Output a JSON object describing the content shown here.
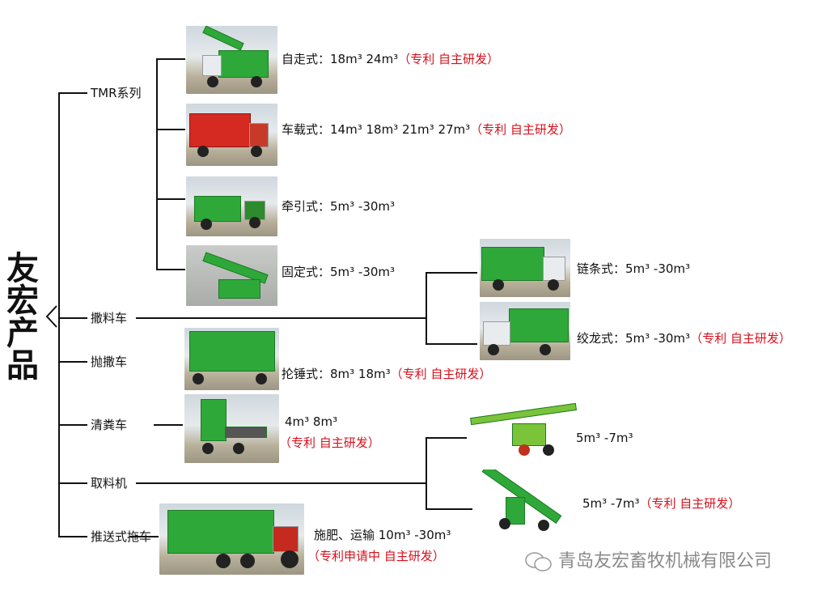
{
  "title": "友宏产品",
  "categories": [
    {
      "label": "TMR系列"
    },
    {
      "label": "撒料车"
    },
    {
      "label": "抛撒车"
    },
    {
      "label": "清粪车"
    },
    {
      "label": "取料机"
    },
    {
      "label": "推送式拖车"
    }
  ],
  "tmr": [
    {
      "spec": "自走式：18m³  24m³",
      "note": "（专利  自主研发）"
    },
    {
      "spec": "车载式：14m³  18m³  21m³  27m³",
      "note": "（专利  自主研发）"
    },
    {
      "spec": "牵引式：5m³ -30m³"
    },
    {
      "spec": "固定式：5m³ -30m³"
    }
  ],
  "spreader": [
    {
      "spec": "链条式：5m³ -30m³"
    },
    {
      "spec": "绞龙式：5m³ -30m³",
      "note": "（专利  自主研发）"
    }
  ],
  "thrower": {
    "spec": "抡锤式：8m³  18m³",
    "note": "（专利  自主研发）"
  },
  "cleaner": {
    "spec": "4m³  8m³",
    "note": "（专利  自主研发）"
  },
  "loader": [
    {
      "spec": "5m³ -7m³"
    },
    {
      "spec": "5m³ -7m³",
      "note": "（专利  自主研发）"
    }
  ],
  "trailer": {
    "spec": "施肥、运输 10m³ -30m³",
    "note": "（专利申请中  自主研发）"
  },
  "watermark": "青岛友宏畜牧机械有限公司",
  "colors": {
    "accent_red": "#d8101c",
    "machine_green": "#2fa83a"
  }
}
